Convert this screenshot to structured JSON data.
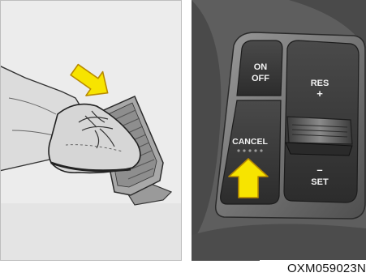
{
  "switch": {
    "on_off_line1": "ON",
    "on_off_line2": "OFF",
    "res_label": "RES",
    "plus_label": "+",
    "cancel_label": "CANCEL",
    "minus_label": "–",
    "set_label": "SET"
  },
  "caption": "OXM059023N",
  "colors": {
    "arrow_fill": "#f7e400",
    "arrow_edge": "#b88a00",
    "left_background": "#ececec",
    "right_background": "#6f6f6f"
  },
  "icons": {
    "left_arrow": "arrow-down-right-icon",
    "right_arrow": "arrow-up-icon"
  }
}
